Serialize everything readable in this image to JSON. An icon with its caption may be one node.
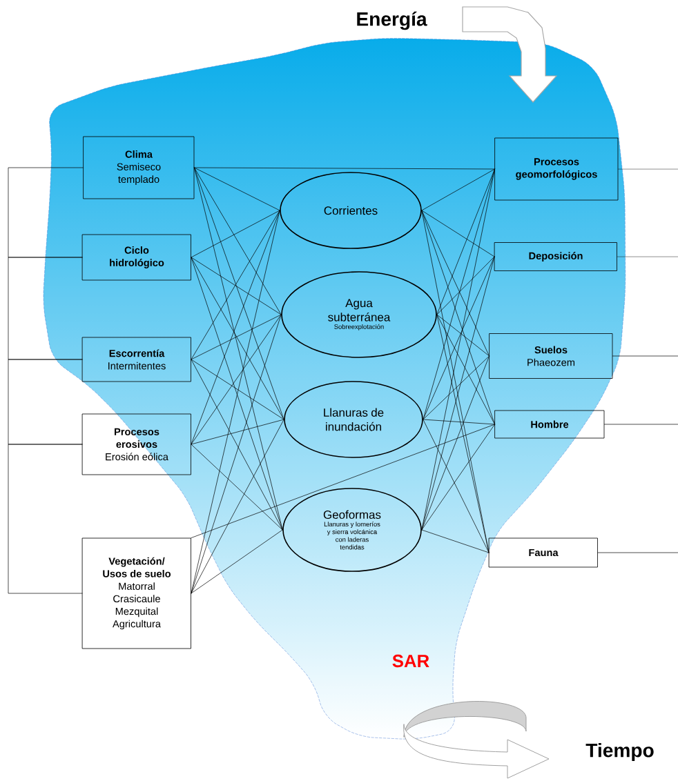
{
  "diagram": {
    "nodes": [
      {
        "text": [
          "Clima",
          "Semiseco templado"
        ]
      },
      {
        "text": [
          "Ciclo hidrológico"
        ]
      },
      {
        "text": [
          "Escorrentía",
          "Intermitentes"
        ]
      },
      {
        "text": [
          "Procesos erosivos",
          "Erosión eólica"
        ]
      },
      {
        "text": [
          "Vegetación/ Usos de suelo",
          "Matorral Crasicaule Mezquital Agricultura"
        ]
      },
      {
        "text": [
          "Corrientes"
        ]
      },
      {
        "text": [
          "Agua subterránea",
          "Sobreexplotación"
        ]
      },
      {
        "text": [
          "Llanuras de inundación"
        ]
      },
      {
        "text": [
          "Geoformas",
          "Llanuras y lomeríos y sierra volcánica con laderas tendidas"
        ]
      },
      {
        "text": [
          "Procesos geomorfológicos"
        ]
      },
      {
        "text": [
          "Deposición"
        ]
      },
      {
        "text": [
          "Suelos",
          "Phaeozem"
        ]
      },
      {
        "text": [
          "Hombre"
        ]
      },
      {
        "text": [
          "Fauna"
        ]
      }
    ],
    "edges": [
      {
        "from": 0,
        "to": 9,
        "arrow": "none"
      },
      {
        "from": 0,
        "to": 5,
        "arrow": "none"
      },
      {
        "from": 0,
        "to": 6,
        "arrow": "none"
      },
      {
        "from": 0,
        "to": 7,
        "arrow": "none"
      },
      {
        "from": 0,
        "to": 8,
        "arrow": "none"
      },
      {
        "from": 1,
        "to": 5,
        "arrow": "none"
      },
      {
        "from": 1,
        "to": 6,
        "arrow": "none"
      },
      {
        "from": 1,
        "to": 7,
        "arrow": "none"
      },
      {
        "from": 1,
        "to": 8,
        "arrow": "none"
      },
      {
        "from": 2,
        "to": 5,
        "arrow": "none"
      },
      {
        "from": 2,
        "to": 6,
        "arrow": "none"
      },
      {
        "from": 2,
        "to": 7,
        "arrow": "none"
      },
      {
        "from": 2,
        "to": 8,
        "arrow": "none"
      },
      {
        "from": 3,
        "to": 5,
        "arrow": "none"
      },
      {
        "from": 3,
        "to": 6,
        "arrow": "none"
      },
      {
        "from": 3,
        "to": 7,
        "arrow": "none"
      },
      {
        "from": 3,
        "to": 8,
        "arrow": "none"
      },
      {
        "from": 4,
        "to": 5,
        "arrow": "none"
      },
      {
        "from": 4,
        "to": 6,
        "arrow": "none"
      },
      {
        "from": 4,
        "to": 7,
        "arrow": "none"
      },
      {
        "from": 4,
        "to": 8,
        "arrow": "none"
      },
      {
        "from": 5,
        "to": 9,
        "arrow": "none"
      },
      {
        "from": 5,
        "to": 10,
        "arrow": "none"
      },
      {
        "from": 5,
        "to": 11,
        "arrow": "none"
      },
      {
        "from": 5,
        "to": 12,
        "arrow": "none"
      },
      {
        "from": 5,
        "to": 13,
        "arrow": "none"
      },
      {
        "from": 6,
        "to": 9,
        "arrow": "none"
      },
      {
        "from": 6,
        "to": 10,
        "arrow": "none"
      },
      {
        "from": 6,
        "to": 11,
        "arrow": "none"
      },
      {
        "from": 6,
        "to": 12,
        "arrow": "none"
      },
      {
        "from": 6,
        "to": 13,
        "arrow": "none"
      },
      {
        "from": 7,
        "to": 9,
        "arrow": "none"
      },
      {
        "from": 7,
        "to": 10,
        "arrow": "none"
      },
      {
        "from": 7,
        "to": 11,
        "arrow": "none"
      },
      {
        "from": 7,
        "to": 12,
        "arrow": "none"
      },
      {
        "from": 7,
        "to": 13,
        "arrow": "none"
      },
      {
        "from": 8,
        "to": 9,
        "arrow": "none"
      },
      {
        "from": 8,
        "to": 10,
        "arrow": "none"
      },
      {
        "from": 8,
        "to": 11,
        "arrow": "none"
      },
      {
        "from": 8,
        "to": 12,
        "arrow": "none"
      },
      {
        "from": 8,
        "to": 13,
        "arrow": "none"
      },
      {
        "from": 4,
        "to": 12,
        "arrow": "none"
      },
      {
        "from": 0,
        "to": 1,
        "arrow": "none"
      },
      {
        "from": 1,
        "to": 2,
        "arrow": "none"
      },
      {
        "from": 2,
        "to": 3,
        "arrow": "none"
      },
      {
        "from": 3,
        "to": 4,
        "arrow": "none"
      },
      {
        "from": 9,
        "to": null,
        "arrow": "none"
      },
      {
        "from": 10,
        "to": null,
        "arrow": "none"
      },
      {
        "from": 11,
        "to": null,
        "arrow": "none"
      },
      {
        "from": 12,
        "to": null,
        "arrow": "none"
      },
      {
        "from": 13,
        "to": null,
        "arrow": "none"
      }
    ],
    "labels": [
      "Energía",
      "SAR",
      "Tiempo"
    ]
  }
}
